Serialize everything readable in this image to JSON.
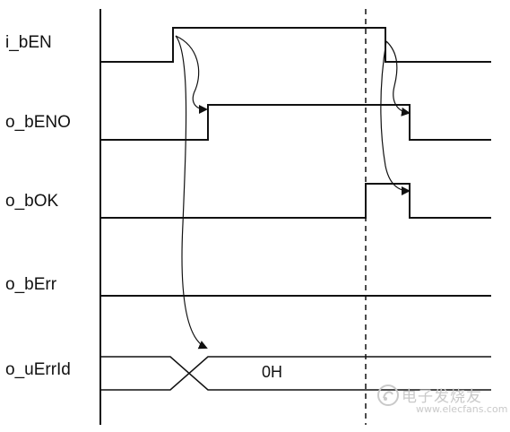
{
  "signals": [
    {
      "key": "i_bEN",
      "label": "i_bEN"
    },
    {
      "key": "o_bENO",
      "label": "o_bENO"
    },
    {
      "key": "o_bOK",
      "label": "o_bOK"
    },
    {
      "key": "o_bErr",
      "label": "o_bErr"
    },
    {
      "key": "o_uErrId",
      "label": "o_uErrId"
    }
  ],
  "bus_value": "0H",
  "watermark": {
    "brand": "电子发烧友",
    "url": "www.elecfans.com"
  },
  "colors": {
    "line": "#111111",
    "watermark": "#c9c9c9"
  }
}
